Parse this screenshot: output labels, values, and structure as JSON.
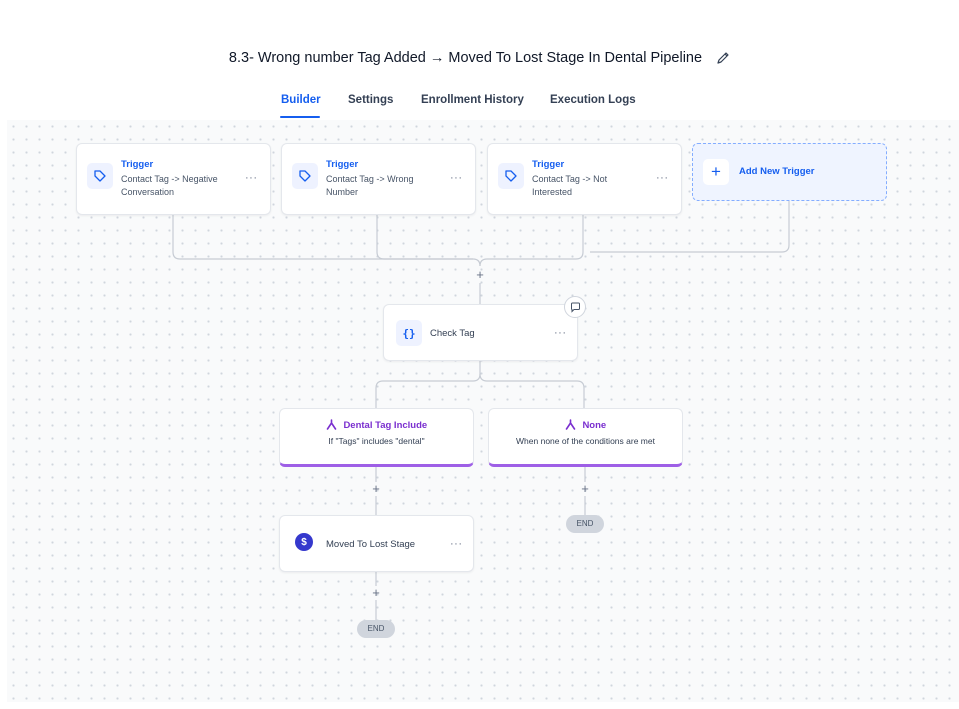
{
  "header": {
    "title": "8.3- Wrong number Tag Added → Moved To Lost Stage In Dental Pipeline",
    "edit_icon": "pencil-icon"
  },
  "tabs": [
    {
      "label": "Builder",
      "active": true
    },
    {
      "label": "Settings",
      "active": false
    },
    {
      "label": "Enrollment History",
      "active": false
    },
    {
      "label": "Execution Logs",
      "active": false
    }
  ],
  "triggers": [
    {
      "label": "Trigger",
      "text": "Contact Tag -> Negative Conversation",
      "icon": "tag-icon"
    },
    {
      "label": "Trigger",
      "text": "Contact Tag -> Wrong Number",
      "icon": "tag-icon"
    },
    {
      "label": "Trigger",
      "text": "Contact Tag -> Not Interested",
      "icon": "tag-icon"
    }
  ],
  "add_trigger": {
    "label": "Add New Trigger",
    "icon": "plus-icon"
  },
  "more_label": "···",
  "plus_label": "+",
  "check_tag": {
    "label": "Check Tag",
    "icon_text": "{}"
  },
  "branches": [
    {
      "title": "Dental Tag Include",
      "subtitle": "If \"Tags\" includes \"dental\"",
      "icon": "branch-icon"
    },
    {
      "title": "None",
      "subtitle": "When none of the conditions are met",
      "icon": "branch-icon"
    }
  ],
  "action": {
    "label": "Moved To Lost Stage",
    "icon_text": "$"
  },
  "end_label": "END",
  "colors": {
    "accent": "#155eef",
    "branch": "#9e5fe6",
    "canvas": "#f9fafb"
  }
}
